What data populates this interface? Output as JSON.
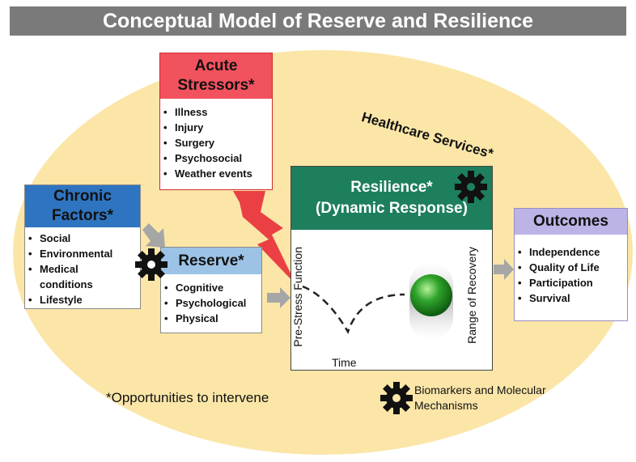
{
  "title": "Conceptual Model of Reserve and Resilience",
  "healthcare_label": "Healthcare Services*",
  "acute": {
    "title_line1": "Acute",
    "title_line2": "Stressors*",
    "items": [
      "Illness",
      "Injury",
      "Surgery",
      "Psychosocial",
      "Weather events"
    ]
  },
  "chronic": {
    "title_line1": "Chronic",
    "title_line2": "Factors*",
    "items": [
      "Social",
      "Environmental",
      "Medical conditions",
      "Lifestyle"
    ]
  },
  "reserve": {
    "title": "Reserve*",
    "items": [
      "Cognitive",
      "Psychological",
      "Physical"
    ]
  },
  "resilience": {
    "title_line1": "Resilience*",
    "title_line2": "(Dynamic Response)",
    "y_left_label": "Pre-Stress Function",
    "y_right_label": "Range of Recovery",
    "x_label": "Time"
  },
  "outcomes": {
    "title": "Outcomes",
    "items": [
      "Independence",
      "Quality of Life",
      "Participation",
      "Survival"
    ]
  },
  "opportunities_note": "*Opportunities to intervene",
  "biomarkers_label": "Biomarkers and Molecular Mechanisms",
  "icons": {
    "gear": "gear-icon",
    "arrow": "arrow-right-icon",
    "lightning": "lightning-bolt-icon",
    "sphere": "recovery-sphere-icon"
  },
  "colors": {
    "title_bar": "#7a7a7a",
    "ellipse": "#fbe6a8",
    "acute_header": "#f1525d",
    "chronic_header": "#2f74c0",
    "reserve_header": "#9cc3e6",
    "resilience_header": "#1e7f5d",
    "outcomes_header": "#bcb3e6",
    "lightning": "#e8323c",
    "sphere": "#2fa32a",
    "arrow": "#a6a6a6"
  }
}
